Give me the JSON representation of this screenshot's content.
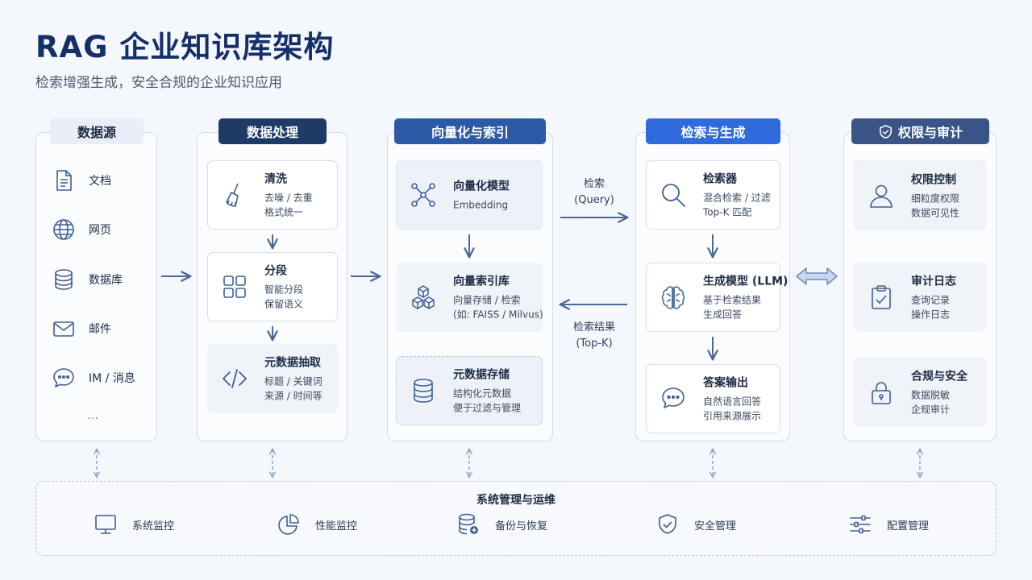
{
  "title": "RAG 企业知识库架构",
  "subtitle": "检索增强生成，安全合规的企业知识应用",
  "colors": {
    "navy": "#1e3a66",
    "blue": "#2c5aa6",
    "bright": "#2f6bdc",
    "slate": "#3a5585",
    "arrow": "#4a6797",
    "icon": "#3d5f98"
  },
  "sources": {
    "header": "数据源",
    "items": [
      {
        "icon": "document-icon",
        "label": "文档"
      },
      {
        "icon": "globe-icon",
        "label": "网页"
      },
      {
        "icon": "database-icon",
        "label": "数据库"
      },
      {
        "icon": "mail-icon",
        "label": "邮件"
      },
      {
        "icon": "chat-icon",
        "label": "IM / 消息"
      }
    ],
    "more": "…"
  },
  "processing": {
    "header": "数据处理",
    "cards": [
      {
        "icon": "broom-icon",
        "title": "清洗",
        "line1": "去噪 / 去重",
        "line2": "格式统一"
      },
      {
        "icon": "grid-icon",
        "title": "分段",
        "line1": "智能分段",
        "line2": "保留语义"
      },
      {
        "icon": "code-icon",
        "title": "元数据抽取",
        "line1": "标题 / 关键词",
        "line2": "来源 / 时间等"
      }
    ]
  },
  "indexing": {
    "header": "向量化与索引",
    "cards": [
      {
        "icon": "network-icon",
        "title": "向量化模型",
        "line1": "Embedding",
        "line2": ""
      },
      {
        "icon": "cubes-icon",
        "title": "向量索引库",
        "line1": "向量存储 / 检索",
        "line2": "(如: FAISS / Milvus)"
      },
      {
        "icon": "storage-icon",
        "title": "元数据存储",
        "line1": "结构化元数据",
        "line2": "便于过滤与管理"
      }
    ]
  },
  "flow": {
    "query_line1": "检索",
    "query_line2": "(Query)",
    "result_line1": "检索结果",
    "result_line2": "(Top-K)"
  },
  "retrieval": {
    "header": "检索与生成",
    "cards": [
      {
        "icon": "search-icon",
        "title": "检索器",
        "line1": "混合检索 / 过滤",
        "line2": "Top-K 匹配"
      },
      {
        "icon": "brain-icon",
        "title": "生成模型 (LLM)",
        "line1": "基于检索结果",
        "line2": "生成回答"
      },
      {
        "icon": "answer-icon",
        "title": "答案输出",
        "line1": "自然语言回答",
        "line2": "引用来源展示"
      }
    ]
  },
  "security": {
    "header": "权限与审计",
    "header_icon": "shield-check-icon",
    "cards": [
      {
        "icon": "user-icon",
        "title": "权限控制",
        "line1": "细粒度权限",
        "line2": "数据可见性"
      },
      {
        "icon": "clipboard-icon",
        "title": "审计日志",
        "line1": "查询记录",
        "line2": "操作日志"
      },
      {
        "icon": "lock-icon",
        "title": "合规与安全",
        "line1": "数据脱敏",
        "line2": "企规审计"
      }
    ]
  },
  "ops": {
    "title": "系统管理与运维",
    "items": [
      {
        "icon": "monitor-icon",
        "label": "系统监控"
      },
      {
        "icon": "pie-chart-icon",
        "label": "性能监控"
      },
      {
        "icon": "backup-icon",
        "label": "备份与恢复"
      },
      {
        "icon": "shield-icon",
        "label": "安全管理"
      },
      {
        "icon": "sliders-icon",
        "label": "配置管理"
      }
    ]
  }
}
